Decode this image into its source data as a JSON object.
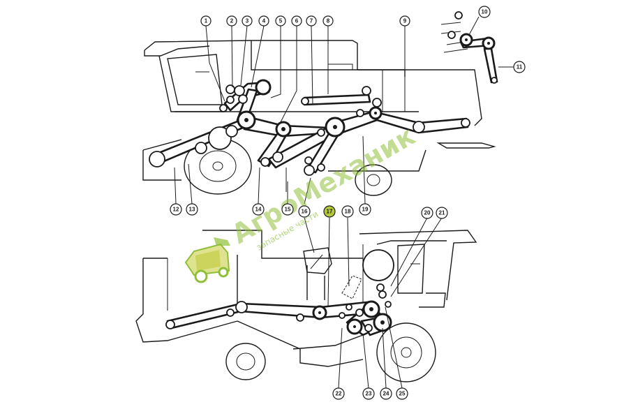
{
  "diagram": {
    "callouts": [
      "1",
      "2",
      "3",
      "4",
      "5",
      "6",
      "7",
      "8",
      "9",
      "10",
      "11",
      "12",
      "13",
      "14",
      "15",
      "16",
      "17",
      "18",
      "19",
      "20",
      "21",
      "22",
      "23",
      "24",
      "25"
    ],
    "highlight_color": "#b5c93a",
    "line_color": "#1a1a1a",
    "background": "#ffffff"
  },
  "watermark": {
    "brand": "АгроМеханик",
    "subtitle": "запасные части",
    "color": "#8fbf3a",
    "icon": "combine-harvester-icon"
  }
}
